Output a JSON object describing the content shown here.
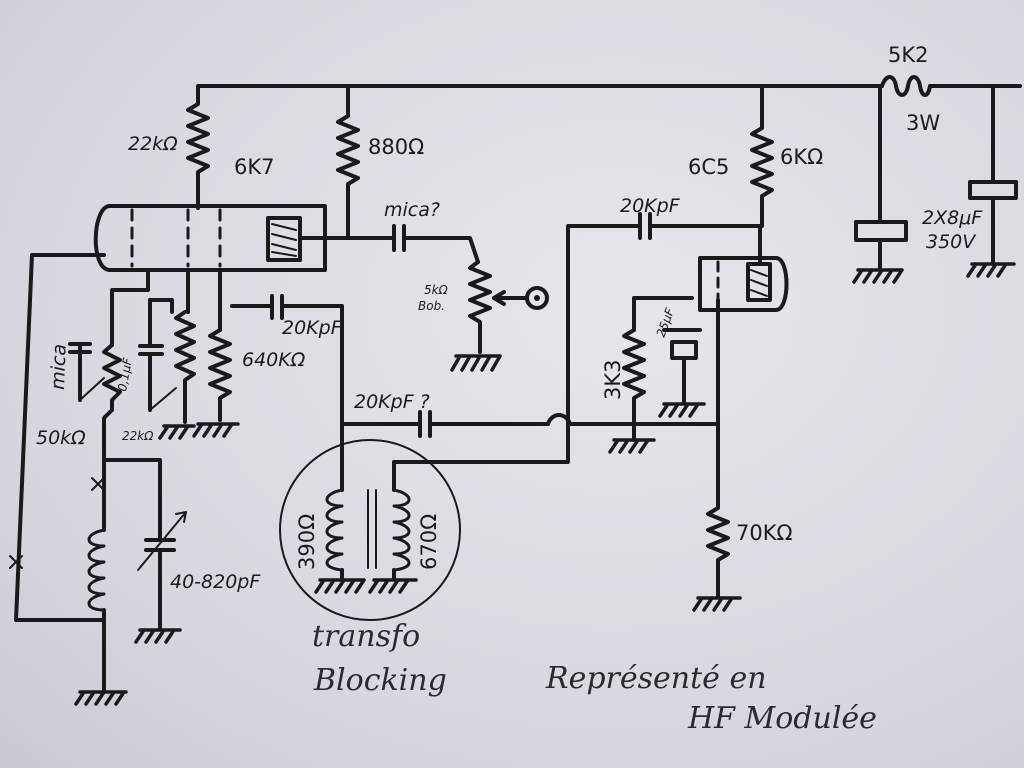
{
  "tubes": {
    "tube_left": "6K7",
    "tube_right": "6C5"
  },
  "components": {
    "r_22k_top": "22kΩ",
    "r_880": "880Ω",
    "cap_mica_q": "mica?",
    "pot_5k": "5kΩ",
    "pot_bob": "Bob.",
    "cap_20k_top": "20KpF",
    "r_6k": "6KΩ",
    "r_5k2": "5K2",
    "r_5k2_w": "3W",
    "cap_2x8": "2X8μF",
    "cap_350v": "350V",
    "cap_20k_mid": "20KpF",
    "r_640k": "640KΩ",
    "cap_0_1": "0,1μF",
    "cap_mica_left": "mica",
    "pot_50k": "50kΩ",
    "r_22k_bottom": "22kΩ",
    "cap_20k_bottom": "20KpF ?",
    "r_3k3": "3K3",
    "cap_25uf": "25μF",
    "r_70k": "70KΩ",
    "xfmr_390": "390Ω",
    "xfmr_670": "670Ω",
    "cap_var": "40-820pF"
  },
  "notes": {
    "transfo_1": "transfo",
    "transfo_2": "Blocking",
    "note_1": "Représenté en",
    "note_2": "HF Modulée"
  }
}
